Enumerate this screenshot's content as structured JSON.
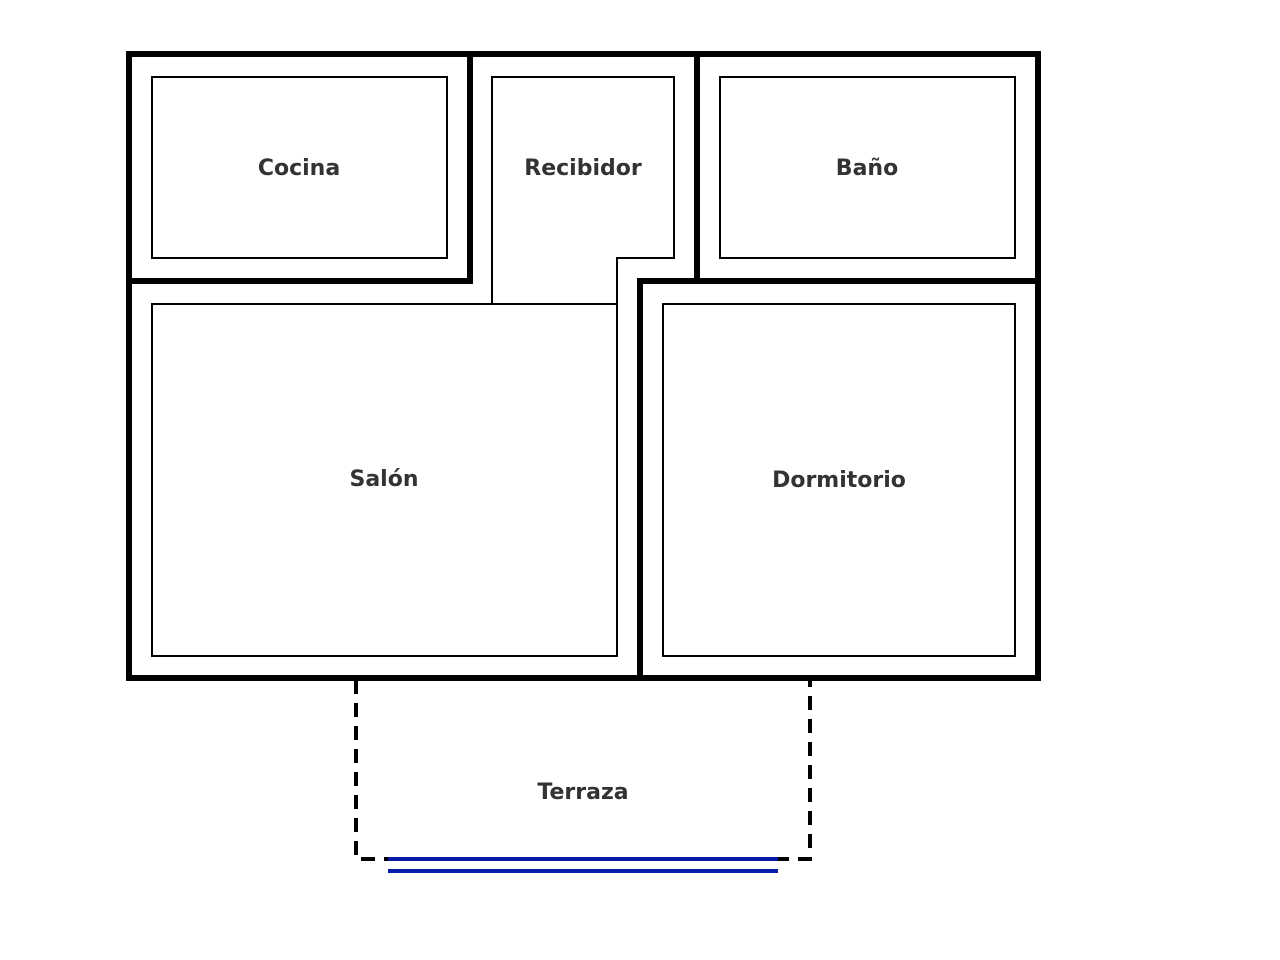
{
  "floor_plan": {
    "rooms": [
      {
        "id": "kitchen",
        "label": "Cocina"
      },
      {
        "id": "entrance-hall",
        "label": "Recibidor"
      },
      {
        "id": "bathroom",
        "label": "Baño"
      },
      {
        "id": "living-room",
        "label": "Salón"
      },
      {
        "id": "bedroom",
        "label": "Dormitorio"
      },
      {
        "id": "terrace",
        "label": "Terraza"
      }
    ],
    "colors": {
      "wall": "#000000",
      "label": "#333333",
      "window": "#0a1aa8",
      "background": "#ffffff"
    }
  }
}
